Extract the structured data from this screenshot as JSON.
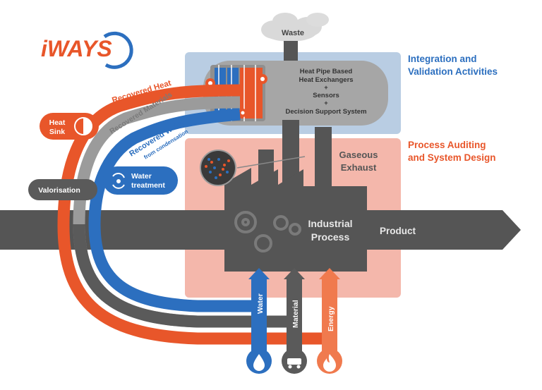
{
  "brand": {
    "logo_text": "iWAYS"
  },
  "colors": {
    "orange": "#e8562a",
    "blue": "#2c6fbf",
    "gray": "#5a5a5a",
    "light_gray": "#a8a8a8",
    "panel_blue": "#b9cde3",
    "panel_pink": "#f4b7ab",
    "energy": "#f07a4e"
  },
  "labels": {
    "waste": "Waste",
    "integration_line1": "Integration and",
    "integration_line2": "Validation Activities",
    "process_line1": "Process Auditing",
    "process_line2": "and System Design",
    "hx_line1": "Heat Pipe Based",
    "hx_line2": "Heat Exchangers",
    "hx_plus1": "+",
    "hx_line3": "Sensors",
    "hx_plus2": "+",
    "hx_line4": "Decision Support System",
    "gaseous_line1": "Gaseous",
    "gaseous_line2": "Exhaust",
    "industrial_line1": "Industrial",
    "industrial_line2": "Process",
    "product": "Product",
    "recovered_heat": "Recovered Heat",
    "recovered_materials": "Recovered Materials",
    "recovered_water": "Recovered Water",
    "from_condensation": "from condensation",
    "heat_sink_line1": "Heat",
    "heat_sink_line2": "Sink",
    "valorisation": "Valorisation",
    "water_treatment_line1": "Water",
    "water_treatment_line2": "treatment",
    "input_water": "Water",
    "input_material": "Material",
    "input_energy": "Energy"
  },
  "icons": [
    "recycle-icon",
    "half-circle-icon",
    "water-drop-icon",
    "mine-cart-icon",
    "flame-icon",
    "gear-icon",
    "signal-icon",
    "particle-icon"
  ]
}
